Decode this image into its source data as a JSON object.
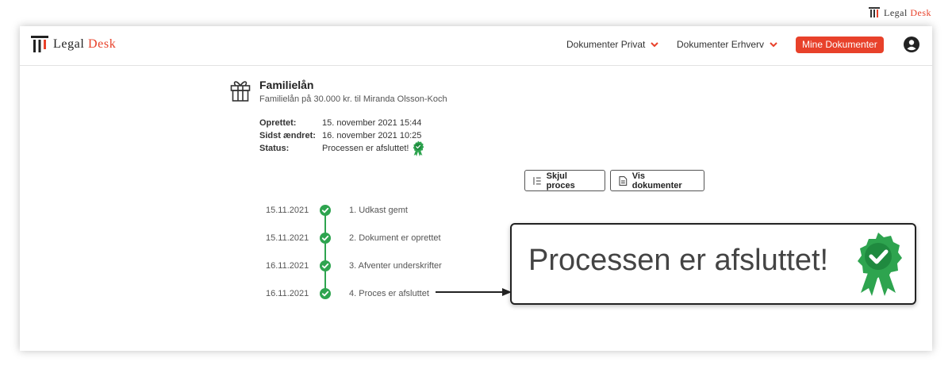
{
  "brand": {
    "name_part1": "Legal",
    "name_part2": "Desk",
    "accent": "#e8412a"
  },
  "nav": {
    "privat": "Dokumenter Privat",
    "erhverv": "Dokumenter Erhverv",
    "mine": "Mine Dokumenter"
  },
  "document": {
    "title": "Familielån",
    "subtitle": "Familielån på 30.000 kr. til Miranda Olsson-Koch",
    "meta": [
      {
        "label": "Oprettet:",
        "value": "15. november 2021 15:44"
      },
      {
        "label": "Sidst ændret:",
        "value": "16. november 2021 10:25"
      },
      {
        "label": "Status:",
        "value": "Processen er afsluttet!"
      }
    ]
  },
  "buttons": {
    "hide_process": "Skjul proces",
    "show_documents": "Vis dokumenter"
  },
  "timeline": [
    {
      "date": "15.11.2021",
      "label": "1. Udkast gemt"
    },
    {
      "date": "15.11.2021",
      "label": "2. Dokument er oprettet"
    },
    {
      "date": "16.11.2021",
      "label": "3. Afventer underskrifter"
    },
    {
      "date": "16.11.2021",
      "label": "4. Proces er afsluttet"
    }
  ],
  "callout": {
    "text": "Processen er afsluttet!"
  },
  "colors": {
    "success": "#2ea44f",
    "accent": "#e8412a"
  }
}
